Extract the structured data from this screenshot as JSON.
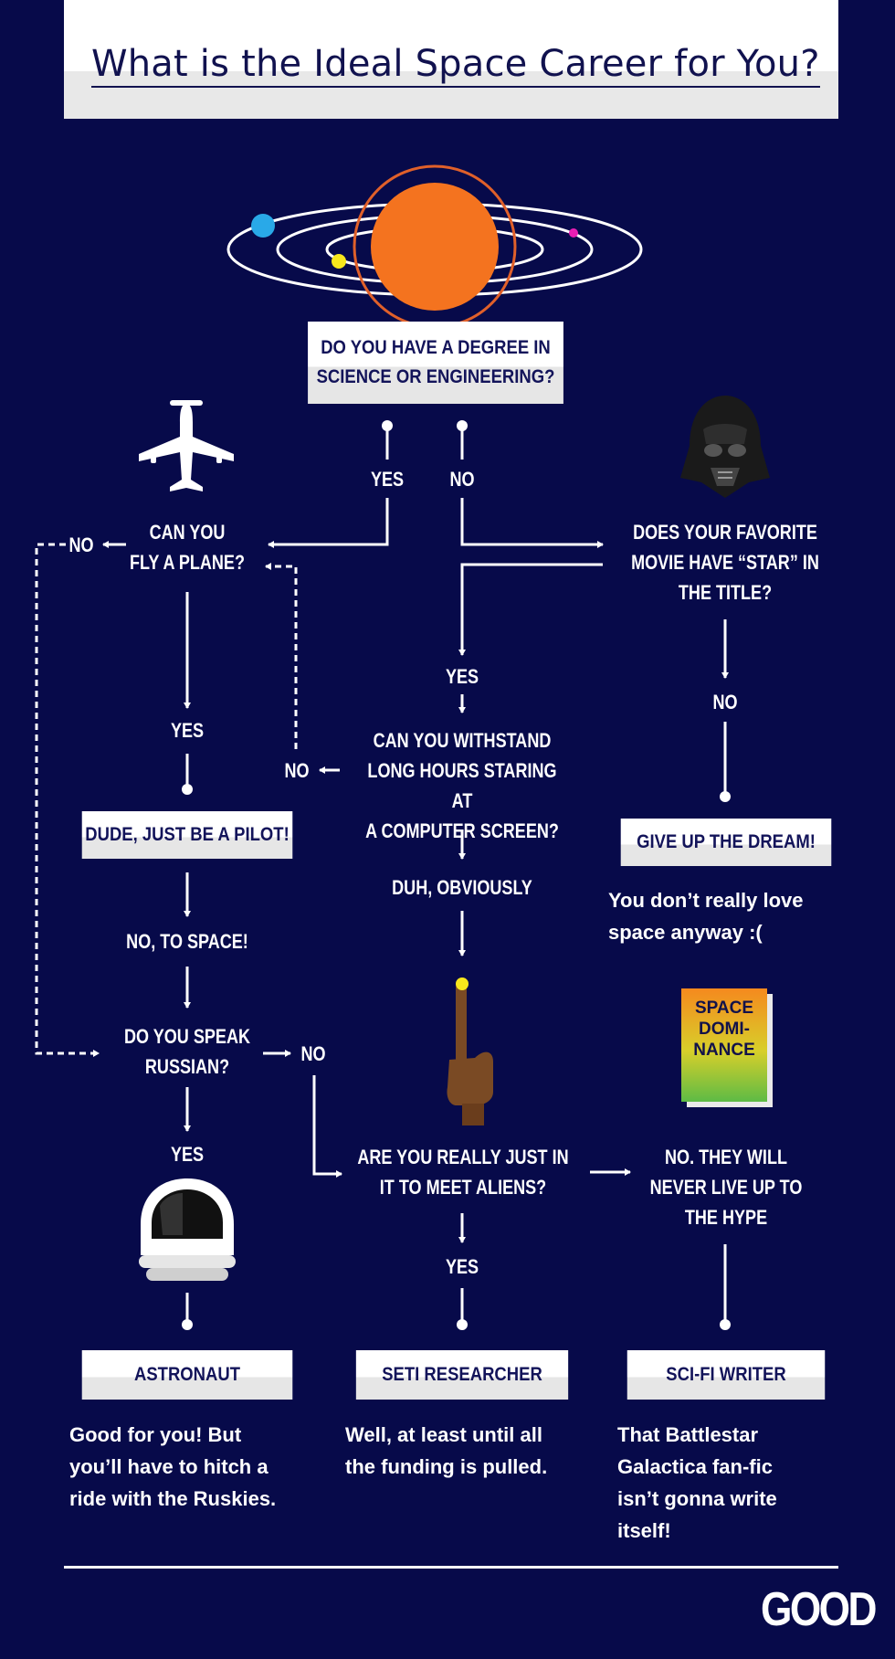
{
  "title": "What is the Ideal Space Career for You?",
  "colors": {
    "background": "#070a4a",
    "box": "#ffffff",
    "box_text": "#13145a",
    "sun": "#f4731f",
    "planet_blue": "#29a9e8",
    "planet_yellow": "#f8e71c",
    "planet_magenta": "#e91eb4"
  },
  "icons": [
    "solar-system-icon",
    "airplane-icon",
    "darth-vader-helmet-icon",
    "pointing-finger-icon",
    "space-dominance-book-icon",
    "astronaut-helmet-icon"
  ],
  "questions": {
    "degree": "DO YOU HAVE A DEGREE IN\nSCIENCE OR ENGINEERING?",
    "fly": "CAN YOU\nFLY A PLANE?",
    "star_movie": "DOES YOUR FAVORITE\nMOVIE HAVE “STAR” IN\nTHE TITLE?",
    "withstand": "CAN YOU WITHSTAND\nLONG HOURS STARING AT\nA COMPUTER SCREEN?",
    "russian": "DO YOU SPEAK\nRUSSIAN?",
    "aliens": "ARE YOU REALLY JUST IN\nIT TO MEET ALIENS?"
  },
  "labels": {
    "yes": "YES",
    "no": "NO",
    "duh": "DUH, OBVIOUSLY",
    "no_to_space": "NO, TO SPACE!",
    "never_live_up": "NO. THEY WILL\nNEVER LIVE UP TO\nTHE HYPE"
  },
  "boxes": {
    "pilot": "DUDE, JUST BE A PILOT!",
    "give_up": "GIVE UP THE DREAM!",
    "astronaut": "ASTRONAUT",
    "seti": "SETI RESEARCHER",
    "scifi": "SCI-FI WRITER"
  },
  "notes": {
    "give_up": "You don’t really love\nspace anyway  :(",
    "astronaut": "Good for you! But\nyou’ll have to hitch a\nride with the Ruskies.",
    "seti": "Well, at least until all\nthe funding is pulled.",
    "scifi": "That Battlestar\nGalactica fan-fic\nisn’t gonna write\nitself!"
  },
  "book_text": "SPACE\nDOMI-\nNANCE",
  "brand": "GOOD"
}
